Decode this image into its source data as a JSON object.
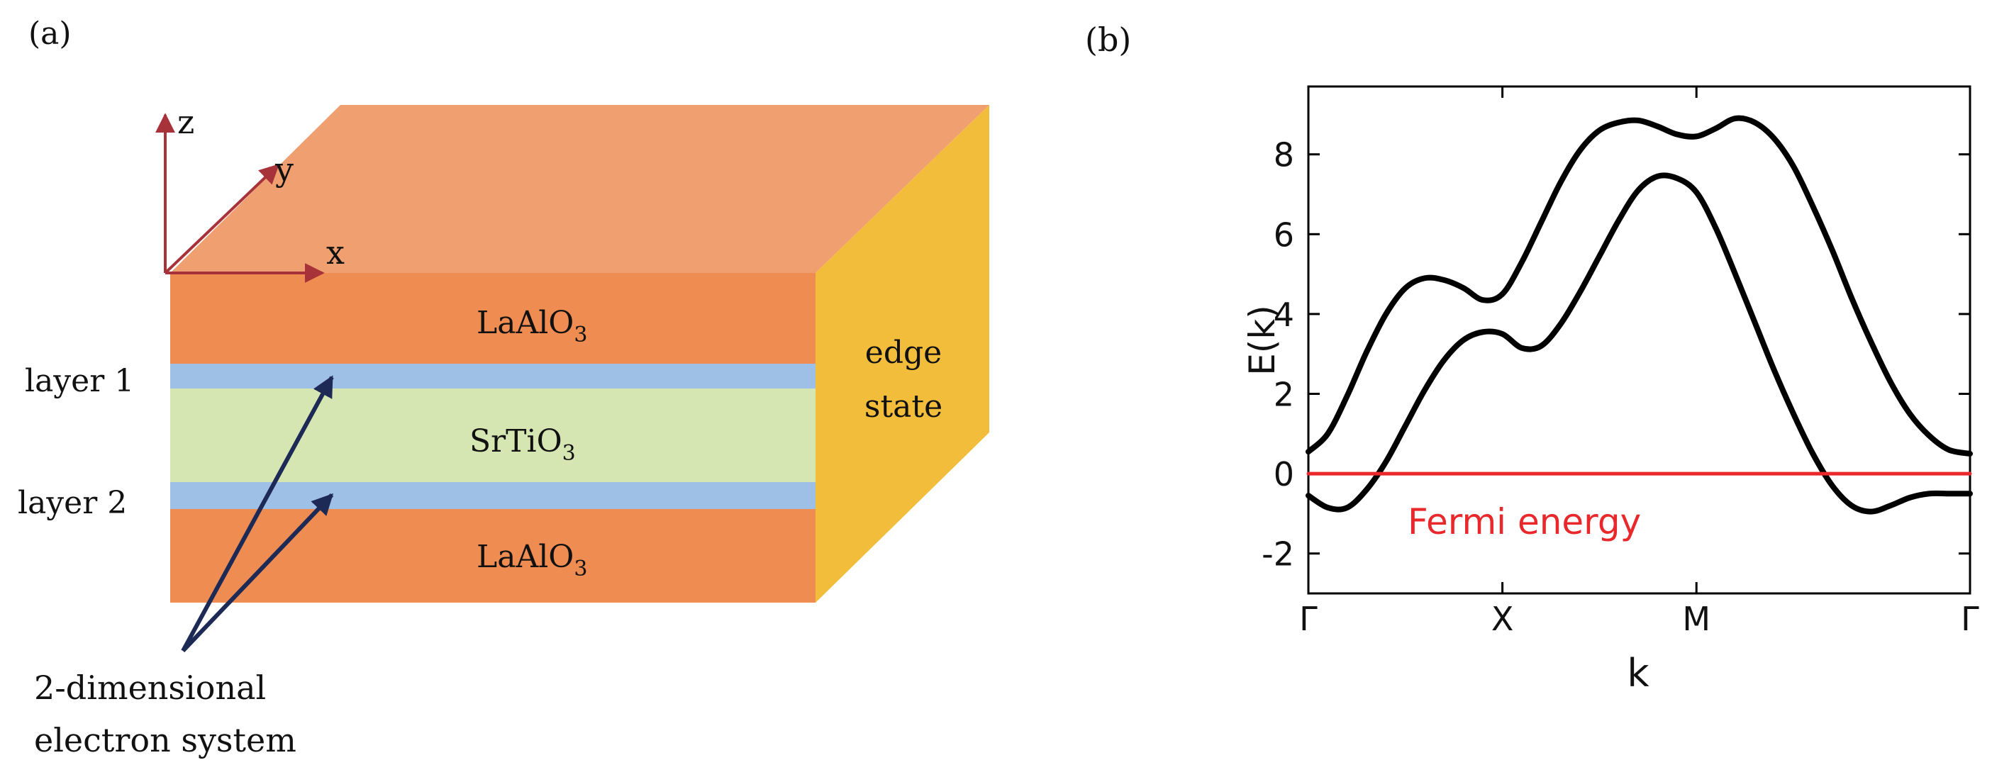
{
  "panel_a": {
    "label": "(a)",
    "axes": {
      "z": "z",
      "y": "y",
      "x": "x"
    },
    "layers": {
      "top": {
        "text": "LaAlO",
        "sub": "3"
      },
      "middle": {
        "text": "SrTiO",
        "sub": "3"
      },
      "bottom": {
        "text": "LaAlO",
        "sub": "3"
      }
    },
    "layer1_label": "layer 1",
    "layer2_label": "layer 2",
    "edge_label_line1": "edge",
    "edge_label_line2": "state",
    "caption_line1": "2-dimensional",
    "caption_line2": "electron system",
    "colors": {
      "top_face": "#f0a070",
      "front_orange": "#ef8c52",
      "side_face": "#f2bd3b",
      "layer_blue": "#9ebfe6",
      "sto_green": "#d6e6b2",
      "axis_red": "#a8323a",
      "arrow_navy": "#1e2a56"
    }
  },
  "panel_b": {
    "label": "(b)",
    "ylabel": "E(k)",
    "xlabel": "k",
    "fermi_label": "Fermi energy",
    "fermi_color": "#e8282a"
  },
  "chart_data": {
    "type": "line",
    "ylabel": "E(k)",
    "xlabel": "k",
    "ylim": [
      -3,
      9.7
    ],
    "yticks": [
      -2,
      0,
      2,
      4,
      6,
      8
    ],
    "xticks": [
      {
        "label": "Γ",
        "x": 0
      },
      {
        "label": "X",
        "x": 1
      },
      {
        "label": "M",
        "x": 2
      },
      {
        "label": "Γ",
        "x": 3.41
      }
    ],
    "xlim": [
      0,
      3.41
    ],
    "series": [
      {
        "x": [
          0,
          0.1,
          0.2,
          0.3,
          0.4,
          0.5,
          0.6,
          0.7,
          0.8,
          0.9,
          1.0,
          1.1,
          1.2,
          1.3,
          1.4,
          1.5,
          1.6,
          1.7,
          1.8,
          1.9,
          2.0,
          2.1,
          2.2,
          2.3,
          2.4,
          2.5,
          2.6,
          2.7,
          2.8,
          2.9,
          3.0,
          3.1,
          3.2,
          3.3,
          3.41
        ],
        "values": [
          0.55,
          1.0,
          1.95,
          3.05,
          4.0,
          4.65,
          4.9,
          4.85,
          4.65,
          4.35,
          4.5,
          5.3,
          6.3,
          7.3,
          8.1,
          8.6,
          8.8,
          8.85,
          8.7,
          8.5,
          8.45,
          8.65,
          8.9,
          8.8,
          8.4,
          7.7,
          6.7,
          5.6,
          4.4,
          3.3,
          2.3,
          1.5,
          0.95,
          0.6,
          0.5
        ]
      },
      {
        "x": [
          0,
          0.1,
          0.2,
          0.3,
          0.4,
          0.5,
          0.6,
          0.7,
          0.8,
          0.9,
          1.0,
          1.1,
          1.2,
          1.3,
          1.4,
          1.5,
          1.6,
          1.7,
          1.8,
          1.9,
          2.0,
          2.1,
          2.2,
          2.3,
          2.4,
          2.5,
          2.6,
          2.7,
          2.8,
          2.9,
          3.0,
          3.1,
          3.2,
          3.3,
          3.41
        ],
        "values": [
          -0.55,
          -0.85,
          -0.85,
          -0.4,
          0.3,
          1.2,
          2.1,
          2.85,
          3.35,
          3.55,
          3.5,
          3.15,
          3.2,
          3.75,
          4.55,
          5.45,
          6.35,
          7.1,
          7.45,
          7.4,
          7.05,
          6.15,
          5.0,
          3.8,
          2.6,
          1.5,
          0.5,
          -0.3,
          -0.8,
          -0.95,
          -0.8,
          -0.6,
          -0.5,
          -0.5,
          -0.5
        ]
      },
      {
        "x": [
          0,
          3.41
        ],
        "values": [
          0,
          0
        ]
      }
    ],
    "line_colors": [
      "#000000",
      "#000000",
      "#e8282a"
    ],
    "grid": false
  }
}
